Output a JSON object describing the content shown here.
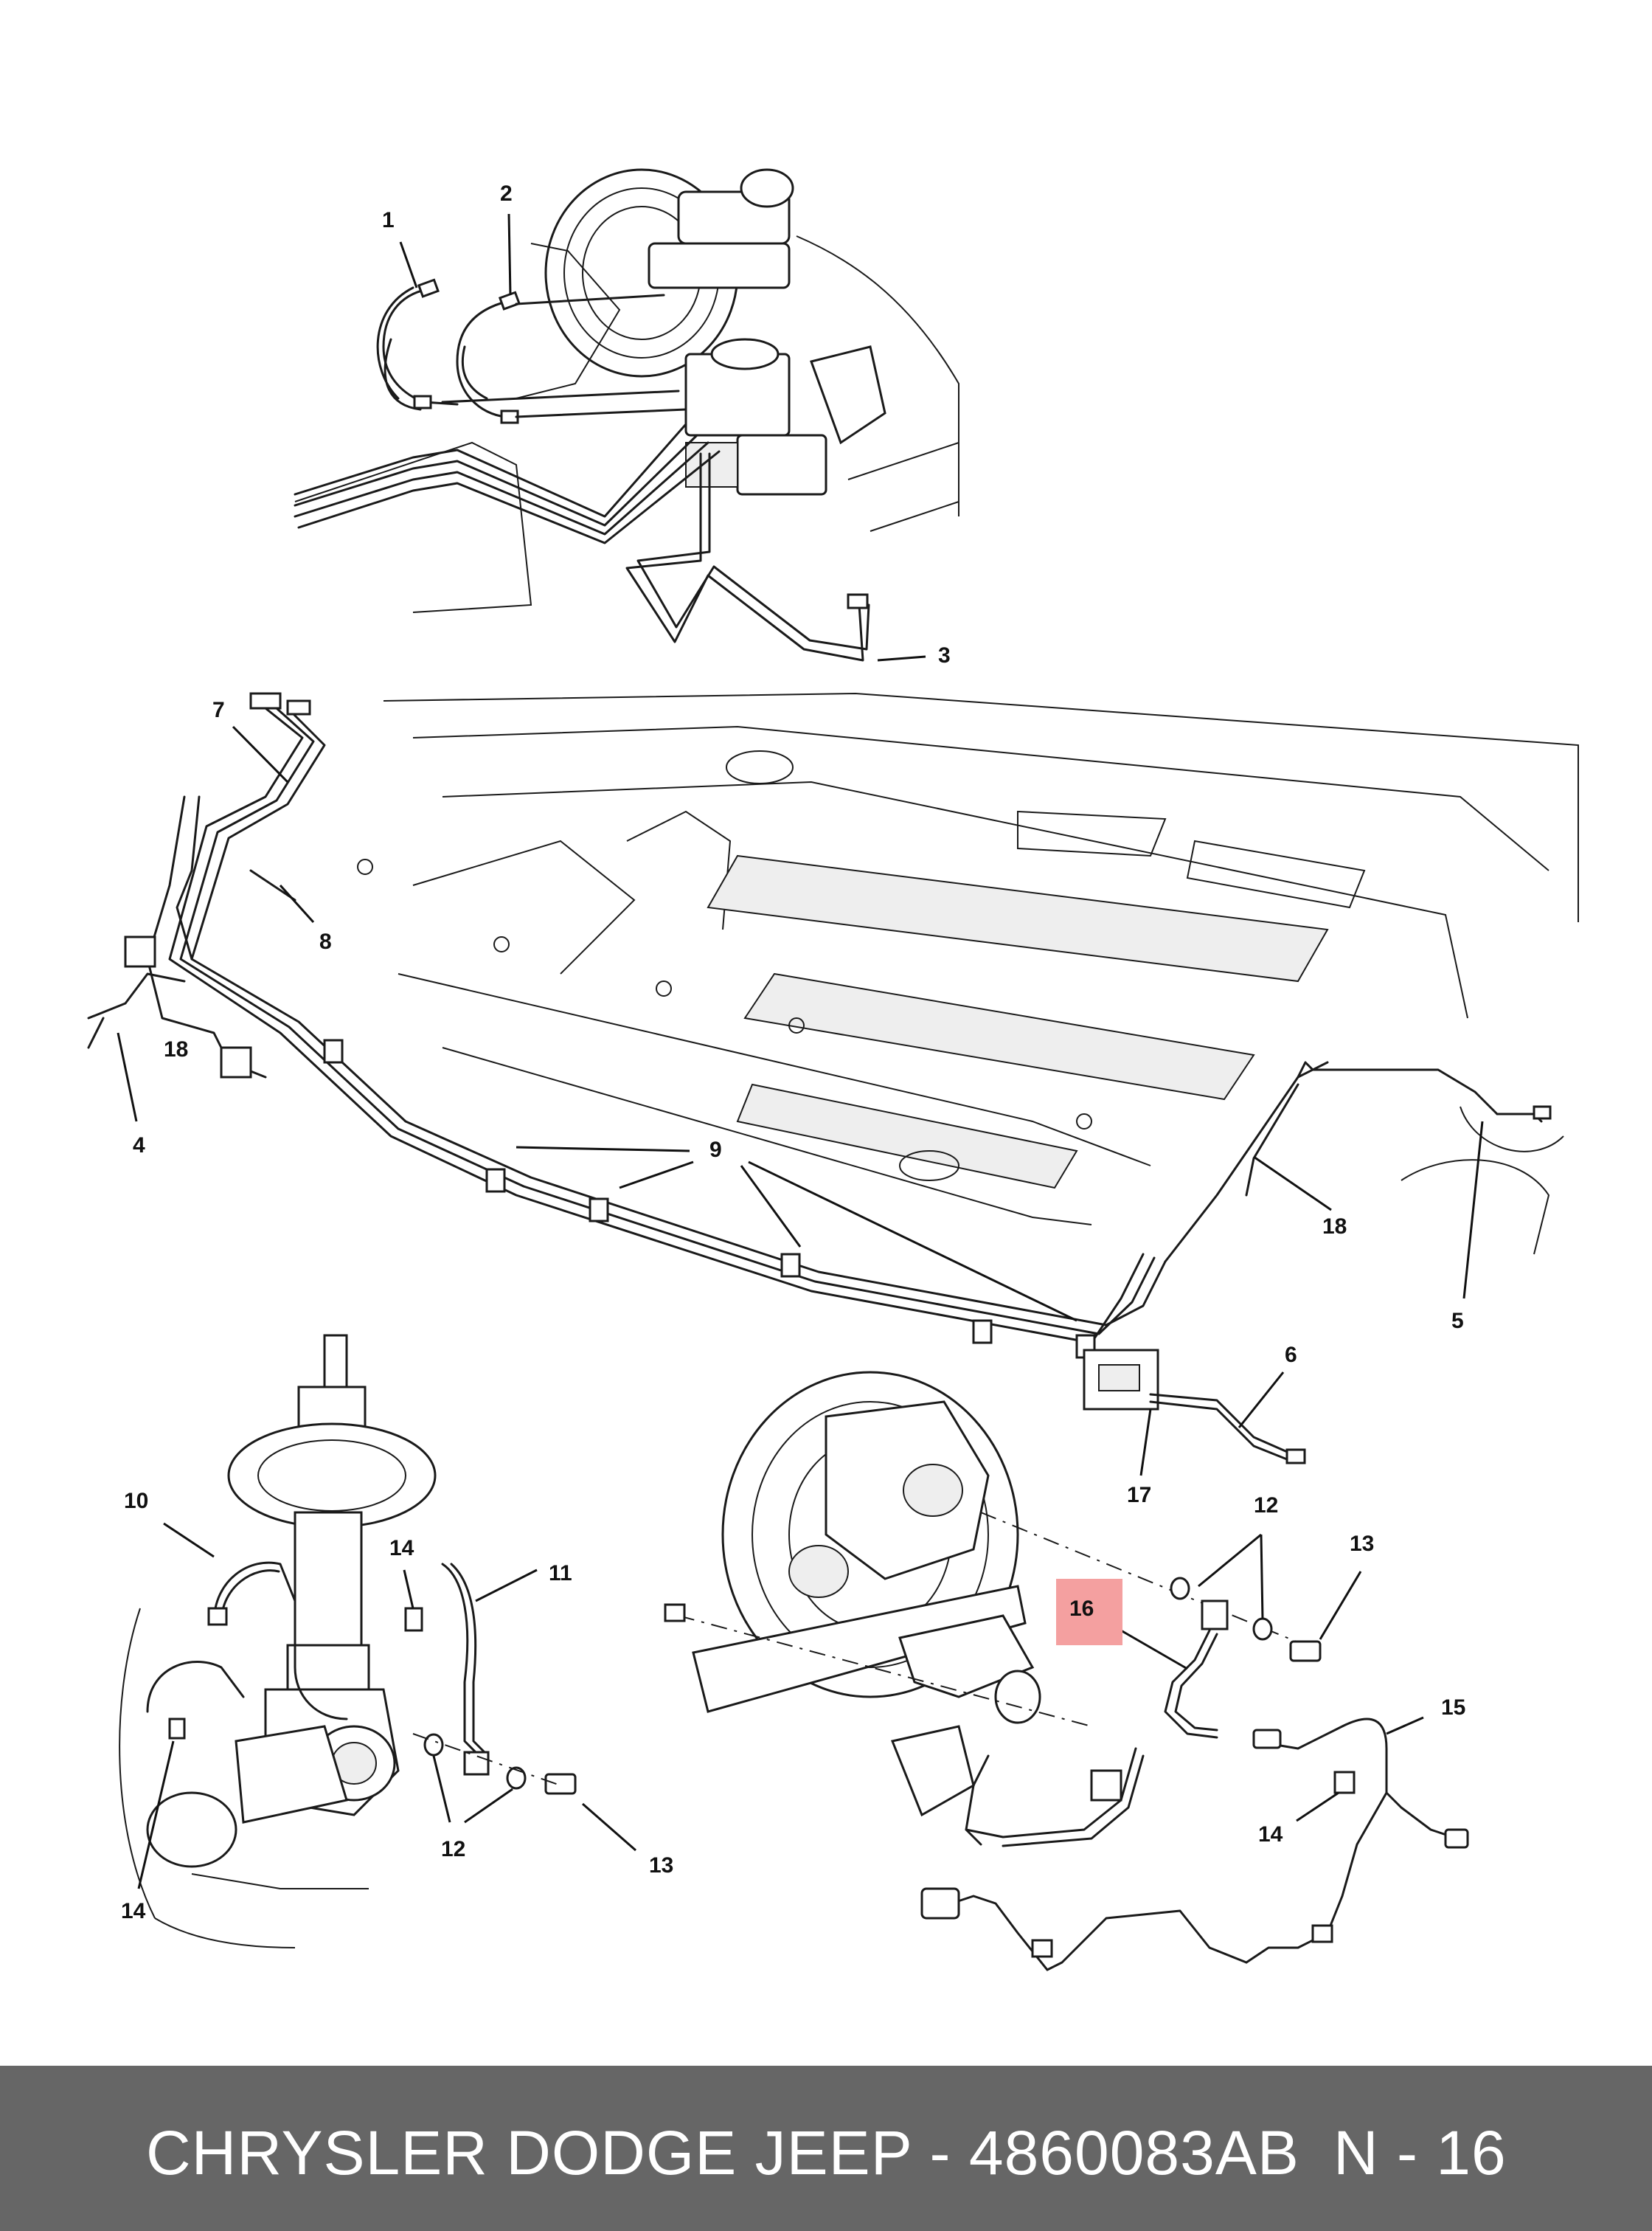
{
  "callouts": {
    "c1": "1",
    "c2": "2",
    "c3": "3",
    "c4": "4",
    "c5": "5",
    "c6": "6",
    "c7": "7",
    "c8": "8",
    "c9": "9",
    "c10": "10",
    "c11": "11",
    "c12a": "12",
    "c12b": "12",
    "c13a": "13",
    "c13b": "13",
    "c14a": "14",
    "c14b": "14",
    "c14c": "14",
    "c15": "15",
    "c16": "16",
    "c17": "17",
    "c18a": "18",
    "c18b": "18"
  },
  "highlight": {
    "part": "16",
    "color": "#f4a0a0"
  },
  "footer": {
    "brand_part": "CHRYSLER DODGE JEEP - 4860083AB",
    "page_ref": "N - 16"
  },
  "colors": {
    "footer_bg": "#666666",
    "footer_text": "#ffffff",
    "line": "#1a1a1a"
  }
}
